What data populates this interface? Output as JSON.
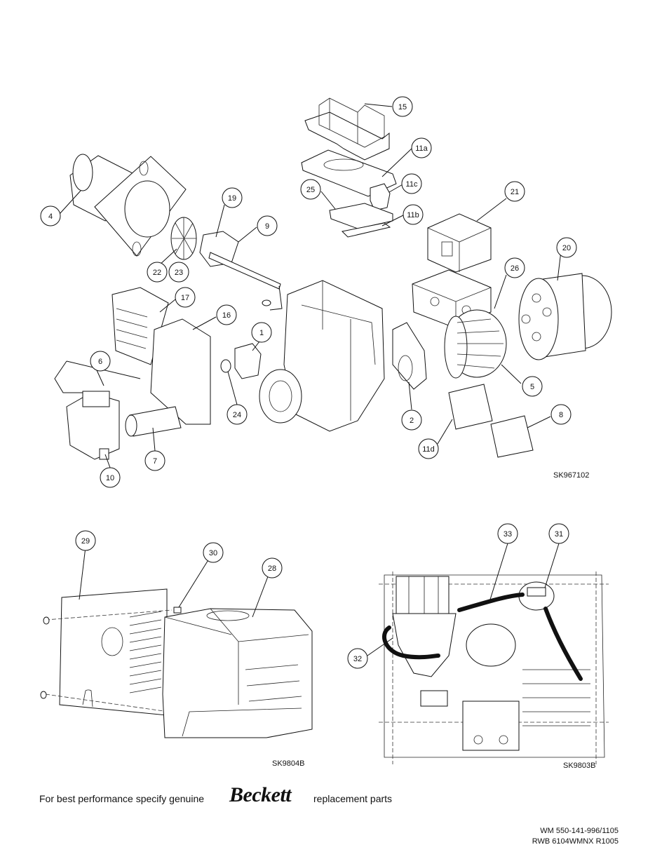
{
  "callouts": [
    {
      "label": "15"
    },
    {
      "label": "11a"
    },
    {
      "label": "11c"
    },
    {
      "label": "25"
    },
    {
      "label": "11b"
    },
    {
      "label": "21"
    },
    {
      "label": "19"
    },
    {
      "label": "9"
    },
    {
      "label": "4"
    },
    {
      "label": "22"
    },
    {
      "label": "23"
    },
    {
      "label": "20"
    },
    {
      "label": "26"
    },
    {
      "label": "17"
    },
    {
      "label": "16"
    },
    {
      "label": "1"
    },
    {
      "label": "6"
    },
    {
      "label": "24"
    },
    {
      "label": "2"
    },
    {
      "label": "5"
    },
    {
      "label": "8"
    },
    {
      "label": "7"
    },
    {
      "label": "11d"
    },
    {
      "label": "10"
    },
    {
      "label": "29"
    },
    {
      "label": "30"
    },
    {
      "label": "28"
    },
    {
      "label": "33"
    },
    {
      "label": "31"
    },
    {
      "label": "32"
    }
  ],
  "drawing_codes": {
    "main": "SK967102",
    "cover": "SK9804B",
    "assembly": "SK9803B"
  },
  "tagline": {
    "before": "For best performance specify genuine",
    "brand": "Beckett",
    "after": "replacement parts"
  },
  "footer": {
    "line1": "WM  550-141-996/1105",
    "line2": "RWB 6104WMNX R1005"
  }
}
